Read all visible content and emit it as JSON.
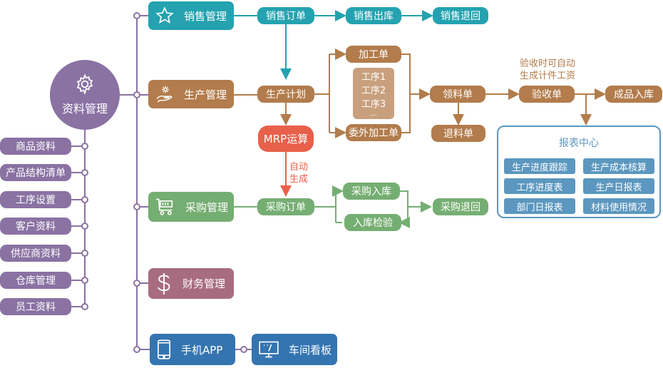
{
  "colors": {
    "master_data": "#8a72a3",
    "sales": "#24a2b0",
    "production": "#b27c4c",
    "production_light": "#c8a07e",
    "mrp": "#e8604a",
    "purchase": "#75ae72",
    "finance": "#a86c80",
    "mobile": "#3475b1",
    "report": "#5b97bf"
  },
  "root": {
    "label": "资料管理",
    "icon": "gear-icon"
  },
  "master_items": [
    "商品资料",
    "产品结构清单",
    "工序设置",
    "客户资料",
    "供应商资料",
    "仓库管理",
    "员工资料"
  ],
  "modules": {
    "sales": {
      "label": "销售管理",
      "icon": "star-icon",
      "flow": [
        "销售订单",
        "销售出库",
        "销售退回"
      ]
    },
    "production": {
      "label": "生产管理",
      "icon": "hand-gear-icon",
      "plan": "生产计划",
      "work_order": "加工单",
      "processes": [
        "工序1",
        "工序2",
        "工序3",
        "..."
      ],
      "outsource_order": "委外加工单",
      "material_requisition": "领料单",
      "material_return": "退料单",
      "acceptance": "验收单",
      "acceptance_note": [
        "验收时可自动",
        "生成计件工资"
      ],
      "finished_goods": "成品入库"
    },
    "mrp": {
      "label": "MRP运算",
      "note": [
        "自动",
        "生成"
      ]
    },
    "purchase": {
      "label": "采购管理",
      "icon": "cart-icon",
      "order": "采购订单",
      "receipt": "采购入库",
      "inspection": "入库检验",
      "return": "采购退回"
    },
    "finance": {
      "label": "财务管理",
      "icon": "dollar-icon"
    },
    "mobile": {
      "label": "手机APP",
      "icon": "tablet-icon"
    },
    "kanban": {
      "label": "车间看板",
      "icon": "monitor-icon"
    }
  },
  "report_center": {
    "title": "报表中心",
    "items": [
      "生产进度跟踪",
      "生产成本核算",
      "工序进度表",
      "生产日报表",
      "部门日报表",
      "材料使用情况"
    ]
  }
}
